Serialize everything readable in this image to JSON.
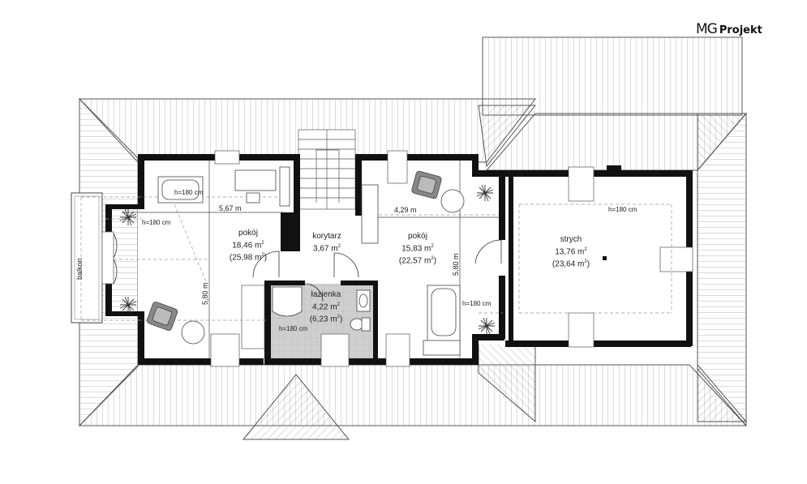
{
  "brand": {
    "mg": "MG",
    "projekt": "Projekt"
  },
  "rooms": {
    "pokoj_left": {
      "name": "pokój",
      "area": "18,46 m",
      "area_sup": "2",
      "floor": "(25,98 m",
      "floor_sup": "2",
      "floor_end": ")"
    },
    "korytarz": {
      "name": "korytarz",
      "area": "3,67 m",
      "area_sup": "2"
    },
    "lazienka": {
      "name": "łazienka",
      "area": "4,22 m",
      "area_sup": "2",
      "floor": "(6,23 m",
      "floor_sup": "2",
      "floor_end": ")"
    },
    "pokoj_right": {
      "name": "pokój",
      "area": "15,83 m",
      "area_sup": "2",
      "floor": "(22,57 m",
      "floor_sup": "2",
      "floor_end": ")"
    },
    "strych": {
      "name": "strych",
      "area": "13,76 m",
      "area_sup": "2",
      "floor": "(23,64 m",
      "floor_sup": "2",
      "floor_end": ")"
    },
    "balkon": "balkon"
  },
  "dimensions": {
    "left_width": "5,67 m",
    "left_height": "5,80 m",
    "right_width": "4,29 m",
    "right_height": "5,80 m"
  },
  "heights": {
    "h1": "h=180 cm",
    "h2": "h=180 cm",
    "h3": "h=180 cm",
    "h4": "h=180 cm",
    "h5": "h=180 cm"
  }
}
